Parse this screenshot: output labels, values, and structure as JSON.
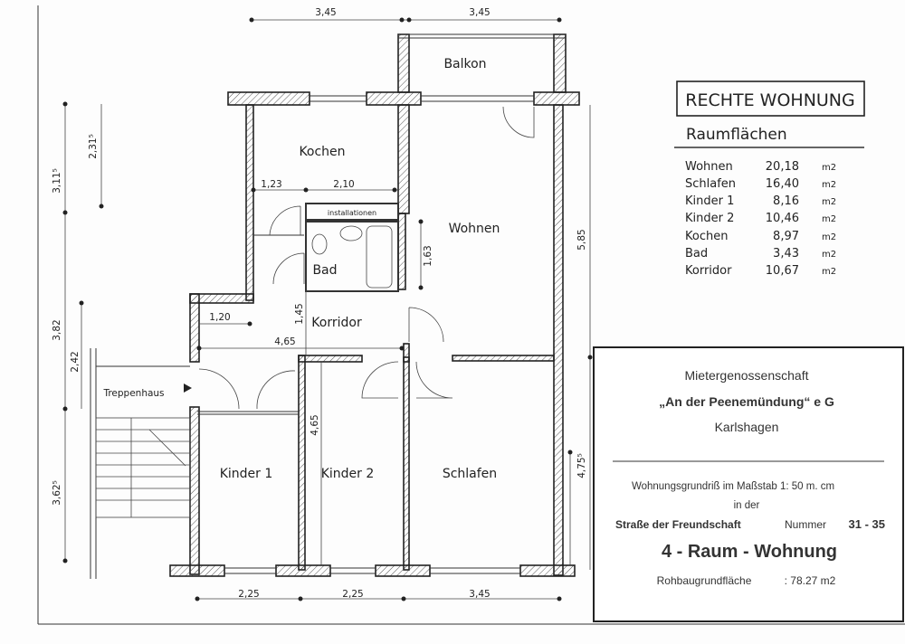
{
  "header": {
    "title": "RECHTE WOHNUNG",
    "subtitle": "Raumflächen"
  },
  "areas": [
    {
      "room": "Wohnen",
      "value": "20,18",
      "unit": "m2"
    },
    {
      "room": "Schlafen",
      "value": "16,40",
      "unit": "m2"
    },
    {
      "room": "Kinder 1",
      "value": "8,16",
      "unit": "m2"
    },
    {
      "room": "Kinder 2",
      "value": "10,46",
      "unit": "m2"
    },
    {
      "room": "Kochen",
      "value": "8,97",
      "unit": "m2"
    },
    {
      "room": "Bad",
      "value": "3,43",
      "unit": "m2"
    },
    {
      "room": "Korridor",
      "value": "10,67",
      "unit": "m2"
    }
  ],
  "titleblock": {
    "org": "Mietergenossenschaft",
    "name": "„An  der  Peenemündung“ e G",
    "place": "Karlshagen",
    "scale_line": "Wohnungsgrundriß  im  Maßstab   1: 50 m. cm",
    "in_der": "in der",
    "street": "Straße der Freundschaft",
    "number_label": "Nummer",
    "number": "31 - 35",
    "type": "4 - Raum - Wohnung",
    "area_label": "Rohbaugrundfläche",
    "area_value": ":   78.27  m2"
  },
  "rooms": {
    "balkon": "Balkon",
    "kochen": "Kochen",
    "wohnen": "Wohnen",
    "bad": "Bad",
    "installationen": "installationen",
    "korridor": "Korridor",
    "treppenhaus": "Treppenhaus",
    "kinder1": "Kinder 1",
    "kinder2": "Kinder 2",
    "schlafen": "Schlafen"
  },
  "dimensions": {
    "top_left": "3,45",
    "top_right": "3,45",
    "bottom_1": "2,25",
    "bottom_2": "2,25",
    "bottom_3": "3,45",
    "left_3115": "3,11⁵",
    "left_2315": "2,31⁵",
    "left_382": "3,82",
    "left_242": "2,42",
    "left_3625": "3,62⁵",
    "right_585": "5,85",
    "right_4755": "4,75⁵",
    "kochen_123": "1,23",
    "kochen_210": "2,10",
    "bad_163": "1,63",
    "korridor_145": "1,45",
    "korridor_120": "1,20",
    "korridor_465": "4,65",
    "kinder2_465": "4,65"
  }
}
